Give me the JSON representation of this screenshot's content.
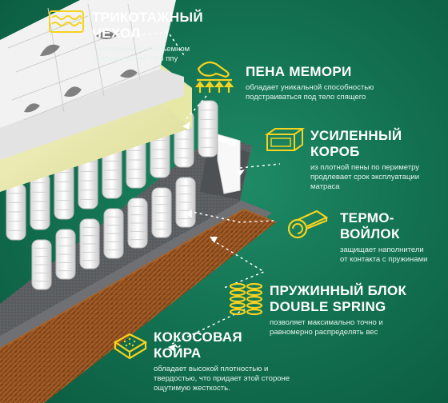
{
  "features": [
    {
      "id": "knit_cover",
      "title_line1": "ТРИКОТАЖНЫЙ",
      "title_line2": "ЧЕХОЛ",
      "desc_line1": "простеганный на объемном",
      "desc_line2": "холлконе 250гр +0,8 ппу",
      "icon": "quilted-layer-icon"
    },
    {
      "id": "memory_foam",
      "title_line1": "ПЕНА МЕМОРИ",
      "title_line2": "",
      "desc_line1": "обладает уникальной способностью",
      "desc_line2": "подстраиваться под тело спящего",
      "icon": "hand-pressure-icon"
    },
    {
      "id": "reinforced_box",
      "title_line1": "УСИЛЕННЫЙ",
      "title_line2": "КОРОБ",
      "desc_line1": "из плотной пены по периметру",
      "desc_line2": "продлевает срок эксплуатации",
      "desc_line3": "матраса",
      "icon": "box-frame-icon"
    },
    {
      "id": "thermo_felt",
      "title_line1": "ТЕРМО-",
      "title_line2": "ВОЙЛОК",
      "desc_line1": "защищает наполнители",
      "desc_line2": "от контакта с пружинами",
      "icon": "felt-roll-icon"
    },
    {
      "id": "spring_block",
      "title_line1": "ПРУЖИННЫЙ БЛОК",
      "title_line2": "DOUBLE SPRING",
      "desc_line1": "позволяет максимально точно и",
      "desc_line2": "равномерно распределять вес",
      "icon": "spring-icon"
    },
    {
      "id": "coconut_coir",
      "title_line1": "КОКОСОВАЯ",
      "title_line2": "КОЙРА",
      "desc_line1": "обладает высокой плотностью и",
      "desc_line2": "твердостью, что придает этой стороне",
      "desc_line3": "ощутимую жесткость.",
      "icon": "coir-mat-icon"
    }
  ],
  "colors": {
    "background": "#137352",
    "accent": "#f5d31f",
    "text": "#ffffff",
    "foam": "#efefb4",
    "coir": "#8a4a1e",
    "felt": "#5b5e60"
  }
}
